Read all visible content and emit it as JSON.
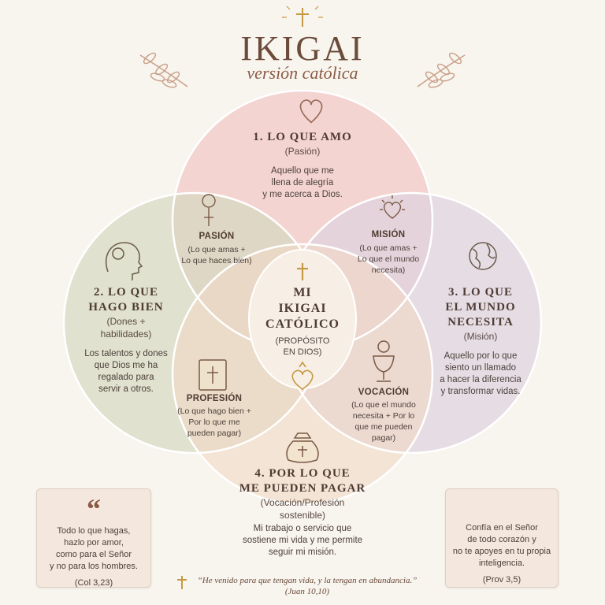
{
  "header": {
    "title": "IKIGAI",
    "subtitle": "versión católica"
  },
  "circles": {
    "top": {
      "title": "1. LO QUE AMO",
      "subtitle": "(Pasión)",
      "desc": [
        "Aquello que me",
        "llena de alegría",
        "y me acerca a Dios."
      ]
    },
    "left": {
      "title": [
        "2. LO QUE",
        "HAGO BIEN"
      ],
      "subtitle": [
        "(Dones +",
        "habilidades)"
      ],
      "desc": [
        "Los talentos y dones",
        "que Dios me ha",
        "regalado para",
        "servir a otros."
      ]
    },
    "right": {
      "title": [
        "3. LO QUE",
        "EL MUNDO",
        "NECESITA"
      ],
      "subtitle": "(Misión)",
      "desc": [
        "Aquello por lo que",
        "siento un llamado",
        "a hacer la diferencia",
        "y transformar vidas."
      ]
    },
    "bottom": {
      "title": [
        "4. POR LO QUE",
        "ME PUEDEN PAGAR"
      ],
      "subtitle": [
        "(Vocación/Profesión",
        "sostenible)"
      ],
      "desc": [
        "Mi trabajo o servicio que",
        "sostiene mi vida y me permite",
        "seguir mi misión."
      ]
    }
  },
  "intersections": {
    "pasion": {
      "title": "PASIÓN",
      "desc": [
        "(Lo que amas +",
        "Lo que haces bien)"
      ]
    },
    "mision": {
      "title": "MISIÓN",
      "desc": [
        "(Lo que amas +",
        "Lo que el mundo",
        "necesita)"
      ]
    },
    "profesion": {
      "title": "PROFESIÓN",
      "desc": [
        "(Lo que hago bien +",
        "Por lo que me",
        "pueden pagar)"
      ]
    },
    "vocacion": {
      "title": "VOCACIÓN",
      "desc": [
        "(Lo que el mundo",
        "necesita + Por lo",
        "que me pueden",
        "pagar)"
      ]
    }
  },
  "center": {
    "title": [
      "MI",
      "IKIGAI",
      "CATÓLICO"
    ],
    "subtitle": [
      "(PROPÓSITO",
      "EN DIOS)"
    ]
  },
  "quotes": {
    "left": {
      "mark": "“",
      "text": [
        "Todo lo que hagas,",
        "hazlo por amor,",
        "como para el Señor",
        "y no para los hombres."
      ],
      "ref": "(Col 3,23)"
    },
    "right": {
      "text": [
        "Confía en el Señor",
        "de todo corazón y",
        "no te apoyes en tu propia",
        "inteligencia."
      ],
      "ref": "(Prov 3,5)"
    }
  },
  "footer": {
    "text": "“He venido para que tengan vida, y la tengan en abundancia.”",
    "ref": "(Juan 10,10)"
  },
  "colors": {
    "background": "#f8f4ee",
    "top_circle": "#f2c9c7",
    "left_circle": "#d5d9c0",
    "right_circle": "#ded3e0",
    "bottom_circle": "#f0d8c4",
    "accent_gold": "#c69a45"
  }
}
